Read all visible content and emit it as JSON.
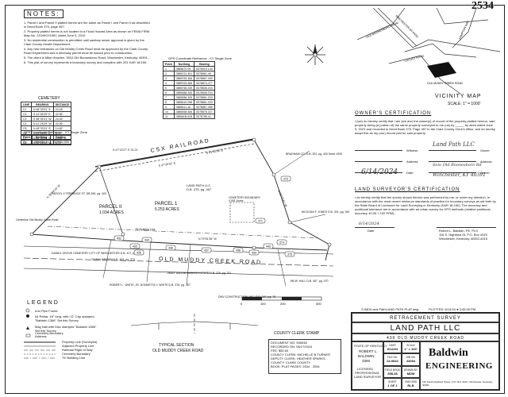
{
  "stamp_number": "2534",
  "notes": {
    "title": "NOTES:",
    "items": [
      "1.  Parcel I and Parcel II platted herein are the same as Parcel I and Parcel II as described in Deed Book 375, page 457.",
      "2.  Property platted herein is not located in a Flood Hazard Area as shown on FEMA FIRM Map No. 21049C0150C dated June 5, 2012.",
      "3.  No residential construction is permitted until sanitary sewer approval is given by the Clark County Health Department.",
      "4.  Any new entrances on Old Muddy Creek Road must be approved by the Clark County Road Department and a driveway permit must be issued prior to construction.",
      "5.  The client is Mike Howden, 3510 Old Boonesboro Road, Winchester, Kentucky 40391.",
      "6.  This plat of survey represents a boundary survey and complies with 201 KAR 18:150."
    ]
  },
  "cemetery_table": {
    "title": "CEMETERY",
    "headers": [
      "LINE",
      "BEARING",
      "DISTANCE"
    ],
    "rows": [
      [
        "C1",
        "N 48°33'31\" E",
        "24.18'"
      ],
      [
        "C2",
        "S 41°26'29\" E",
        "42.96'"
      ],
      [
        "C3",
        "S 48°33'31\" W",
        "24.18'"
      ],
      [
        "C4",
        "N 41°26'29\" W",
        "42.96'"
      ],
      [
        "C5",
        "N 48°33'31\" E",
        "14.82'"
      ],
      [
        "C6",
        "S 41°26'29\" E",
        "8.71'"
      ],
      [
        "C7",
        "S 48°33'31\" W",
        "14.82'"
      ],
      [
        "C8",
        "N 41°26'29\" W",
        "8.71'"
      ]
    ]
  },
  "gps_small_table": {
    "title": "GPS Coordinate Reference - KY Single Zone",
    "headers": [
      "Point",
      "Northing",
      "Easting"
    ],
    "rows": [
      [
        "S1",
        "3886453.31",
        "5378984.858"
      ]
    ]
  },
  "gps_table": {
    "title": "GPS Coordinate Reference - KY Single Zone",
    "headers": [
      "Point",
      "Northing",
      "Easting"
    ],
    "rows": [
      [
        "1",
        "3885670.09",
        "5378915.144"
      ],
      [
        "2",
        "3885721.491",
        "5378861.45"
      ],
      [
        "3",
        "3885763.466",
        "5378867.499"
      ],
      [
        "4",
        "3885763.466",
        "5378874.477"
      ],
      [
        "5",
        "3885766.335",
        "5378836.203"
      ],
      [
        "6",
        "3885386.305",
        "5378836.203"
      ],
      [
        "7",
        "3885386.305",
        "5378861.203"
      ],
      [
        "8",
        "3885419.098",
        "5378861.203"
      ],
      [
        "9",
        "3885411.16",
        "5378867.455"
      ],
      [
        "10",
        "3885358.466",
        "5378875.327"
      ],
      [
        "11",
        "3885408.628",
        "5378785.42"
      ]
    ]
  },
  "plat": {
    "railroad_label": "CSX RAILROAD",
    "road_label": "OLD MUDDY CREEK ROAD",
    "parcel1": [
      "PARCEL 1",
      "5.253 ACRES"
    ],
    "parcel2": [
      "PARCEL II",
      "1.034 ACRES"
    ],
    "cemetery_label": [
      "CEMETERY BOUNDARY",
      "0.051 Acres"
    ],
    "owner_center": [
      "LAND PATH LLC",
      "D.B. 375, pg. 457"
    ],
    "building_line": "75' Building Line",
    "adjoiners": [
      "BRADHAM CO.\nD.B. 322, pg. 400\nDeed 1939",
      "MCGOAN F. JONES\nD.B. 341, pg. 349",
      "PARCEL II\nTERRENCE ST.\nDB 390, pg. 403",
      "DANIEL GROVE CEMETERY\nCITY OF WINCHESTER\nD.B. 417, pg. 698",
      "TAMMY BROWN\nD.B. 493, pg. 375",
      "ROBERT L. WHITE, JR.\nDONNETTA Y. WHITE\nD.B. 378, pg. 757",
      "JIMMY WAYNE PARKER ESTATE\nD.B. 376, pg. 311",
      "JIM W. HALL\nD.B. 467, pg. 470",
      "DMV CONSTRUCTION, INC.\nD.B. 340, pg. 76",
      "Centerline\nOld Muddy Creek Road"
    ],
    "bearings": [
      "S 47°13'27\" E 31.21'",
      "S 37°29'31\" E",
      "S 63°42'04\" E",
      "N 23°23'41\" W",
      "N 79°51'35\" W",
      "N 38°04'16\" W"
    ],
    "callouts": [
      "432",
      "433",
      "434",
      "435",
      "436",
      "437",
      "438",
      "439",
      "443",
      "271",
      "273",
      "274",
      "275"
    ]
  },
  "vicinity": {
    "title": "VICINITY MAP",
    "scale": "SCALE: 1\" = 1000'",
    "streets": [
      "WINCHESTER BY-PASS",
      "OLD BOONESBORO ROAD",
      "OLD MUDDY CREEK ROAD",
      "HAMPTON WAY",
      "LOCUST ROAD"
    ]
  },
  "owner_cert": {
    "title": "OWNER'S CERTIFICATION",
    "text": "I (we) do hereby certify that I am (we are) the owner(s) of record of the property platted hereon, said property being (a portion of) the same property conveyed to me (us) by _____ by deed dated June 5, 2023 and recorded in Deed Book 375, Page 457 in the Clark County Clerk's office, and do hereby adopt this as my (our) record plat for said property.",
    "rows": [
      "Witness",
      "Owner",
      "Address",
      "Address",
      "Date",
      "Owner"
    ],
    "signatures": [
      "Land Path LLC",
      "Solo Old Boonesboro Rd",
      "Winchester, KY 40391"
    ],
    "date": "6/14/2024"
  },
  "surveyor_cert": {
    "title": "LAND SURVEYOR'S CERTIFICATION",
    "text": "I do hereby certify that the survey shown hereon was performed by me, or under my direction, in accordance with the most recent minimum standards of practice for boundary surveys as set forth by the State Board of Licensure for Land Surveying in Kentucky (KAR 18:150). The accuracy and positional tolerance are in accordance with an urban survey for GPS methods (relative positional accuracy ±0.05 + 100 PPM).",
    "date": "6/14/2024",
    "name": "Robert L. Baldwin, PE, PLS",
    "address1": "116 S. Highland St. P.O. Box 4315",
    "address2": "Winchester, Kentucky 40392-4315"
  },
  "legend": {
    "title": "LEGEND",
    "items": [
      "Iron Pipe Found",
      "#4 Rebar, 18\" long, with I.D. Cap stamped \"Baldwin 1366\" Set this Survey",
      "Mag Nail with Disc stamped \"Baldwin 1366\" Set this Survey",
      "Cemetery Boundary",
      "Address"
    ],
    "lines": [
      "Property Line (Surveyed)",
      "Adjacent Property Line",
      "Railroad Right of Way",
      "Cemetery Boundary",
      "75' Building Line"
    ]
  },
  "section": {
    "title": "TYPICAL SECTION",
    "subtitle": "OLD MUDDY CREEK ROAD"
  },
  "clerk": {
    "stamp_title": "COUNTY CLERK STAMP",
    "lines": [
      "DOCUMENT NO: 506048",
      "RECORDED ON: 06/17/2024",
      "FEE: $50.00",
      "COUNTY CLERK: MICHELLE B TURNER",
      "DEPUTY CLERK: HEATHER SPARKS",
      "COUNTY: CLARK COUNTY",
      "BOOK: PLAT PAGES: 2534 - 2534"
    ]
  },
  "file_path": "S:\\MD\\Land Path\\LAND PATH PLAT.dwg",
  "plot_info": "PLOTTED: 6/14/24 ● 3:45:39 PM",
  "title_block": {
    "header": "RETRACEMENT SURVEY",
    "client": "LAND PATH LLC",
    "location": "439 OLD MUDDY CREEK ROAD",
    "seal": [
      "STATE OF KENTUCKY",
      "ROBERT L.",
      "BALDWIN",
      "3366",
      "LICENSED",
      "PROFESSIONAL",
      "LAND SURVEYOR"
    ],
    "fields": [
      [
        "DATE",
        "6/14/24"
      ],
      [
        "SCALE",
        "1\" = 100'"
      ],
      [
        "FILE NO.",
        "24-0842"
      ],
      [
        "JOB NO.",
        "24084"
      ],
      [
        "FIELD BOOK",
        "358-38"
      ],
      [
        "DRAWN BY",
        "MDM"
      ],
      [
        "SHEET",
        "1 OF 1"
      ],
      [
        "CHECKED",
        "RLB"
      ]
    ],
    "company": [
      "Baldwin",
      "ENGINEERING"
    ],
    "company_address": "116 South Highland Street  •  P.O. Box 4315  •  Winchester, Kentucky 40392"
  },
  "scale_bar": [
    "0",
    "100",
    "200",
    "300"
  ]
}
